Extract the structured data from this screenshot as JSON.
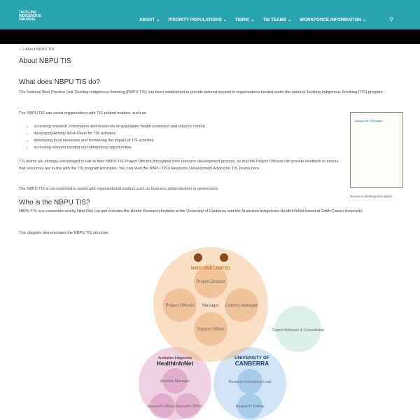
{
  "header": {
    "logo": [
      "TACKLING",
      "INDIGENOUS",
      "SMOKING"
    ],
    "nav": [
      "ABOUT",
      "PRIORITY POPULATIONS",
      "TISRIC",
      "TIS TEAMS",
      "WORKFORCE INFORMATION"
    ],
    "chevron": "⌄",
    "search_icon": "search-icon"
  },
  "breadcrumb": {
    "sep": "»",
    "current": "About NBPU TIS"
  },
  "page_title": "About NBPU TIS",
  "section1": {
    "heading": "What does NBPU TIS do?",
    "p1": "The National Best Practice Unit Tackling Indigenous Smoking (NBPU TIS) has been established to provide tailored support to organisations funded under the national Tackling Indigenous Smoking (TIS) program.",
    "p2": "The NBPU TIS can assist organisations with TIS-related matters, such as:",
    "items": [
      "accessing research, information and resources on population health promotion and tobacco control",
      "developing Activity Work Plans for TIS activities",
      "developing local measures and monitoring the impact of TIS activities",
      "accessing relevant training and networking opportunities."
    ],
    "p3": "TIS teams are strongly encouraged to talk to their NBPU TIS Project Officers throughout their resource development process, so that the Project Officers can provide feedback to ensure that resources are in line with the TIS program principles. You can read the NBPU TIS's Resource Development Advice for TIS Teams",
    "p3_link": "here",
    "p4": "The NBPU TIS is not expected to assist with organisational matters such as business administration or governance."
  },
  "figure": {
    "thumb_title": "Advice for TIS teams",
    "caption": "Resource development advice"
  },
  "section2": {
    "heading": "Who is the NBPU TIS?",
    "p1": "NBPU TIS is a consortium led by Ninti One Ltd and includes the Health Research Institute at the University of Canberra, and the Australian Indigenous HealthInfoNet based at Edith Cowan University.",
    "p2": "This diagram demonstrates the NBPU TIS structure."
  },
  "diagram": {
    "ninti": "NINTI ONE LIMITED",
    "roles_ninti": [
      "Project Director",
      "Project Officers",
      "Manager",
      "Comms Manager",
      "Support Officer"
    ],
    "expert": "Expert Advisors & Consultants",
    "hin": [
      "Australian Indigenous",
      "HealthInfoNet"
    ],
    "roles_hin": [
      "Website Manager",
      "Research Officer",
      "Research Officer"
    ],
    "uc": [
      "UNIVERSITY OF",
      "CANBERRA"
    ],
    "roles_uc": [
      "Research & Evidence Lead",
      "Research Fellow"
    ]
  }
}
